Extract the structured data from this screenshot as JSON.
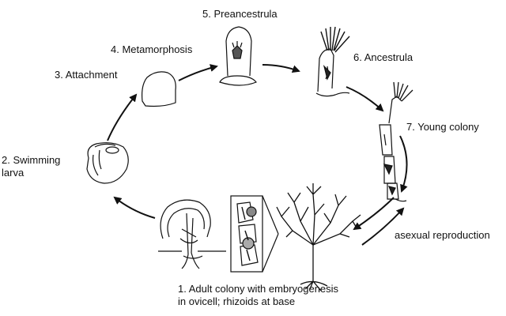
{
  "stages": [
    {
      "id": "swimming-larva",
      "lines": [
        "2. Swimming",
        "larva"
      ]
    },
    {
      "id": "attachment",
      "lines": [
        "3. Attachment"
      ]
    },
    {
      "id": "metamorphosis",
      "lines": [
        "4. Metamorphosis"
      ]
    },
    {
      "id": "preancestrula",
      "lines": [
        "5. Preancestrula"
      ]
    },
    {
      "id": "ancestrula",
      "lines": [
        "6. Ancestrula"
      ]
    },
    {
      "id": "young-colony",
      "lines": [
        "7. Young colony"
      ]
    },
    {
      "id": "adult-colony",
      "lines": [
        "1. Adult colony with embryogenesis",
        "in ovicell; rhizoids at base"
      ]
    }
  ],
  "asexual_label": "asexual reproduction"
}
